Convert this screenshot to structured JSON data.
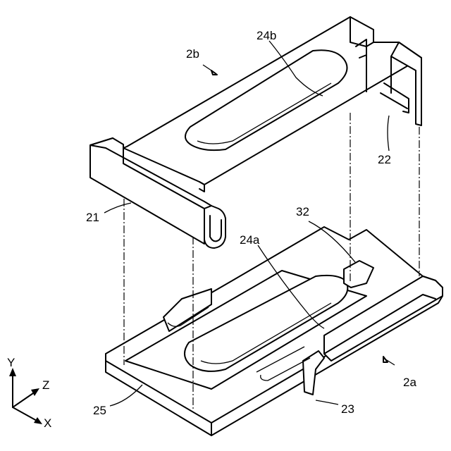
{
  "labels": {
    "ref_2b": "2b",
    "ref_24b": "24b",
    "ref_22": "22",
    "ref_21": "21",
    "ref_32": "32",
    "ref_24a": "24a",
    "ref_25": "25",
    "ref_23": "23",
    "ref_2a": "2a"
  },
  "axes": {
    "y": "Y",
    "z": "Z",
    "x": "X"
  }
}
